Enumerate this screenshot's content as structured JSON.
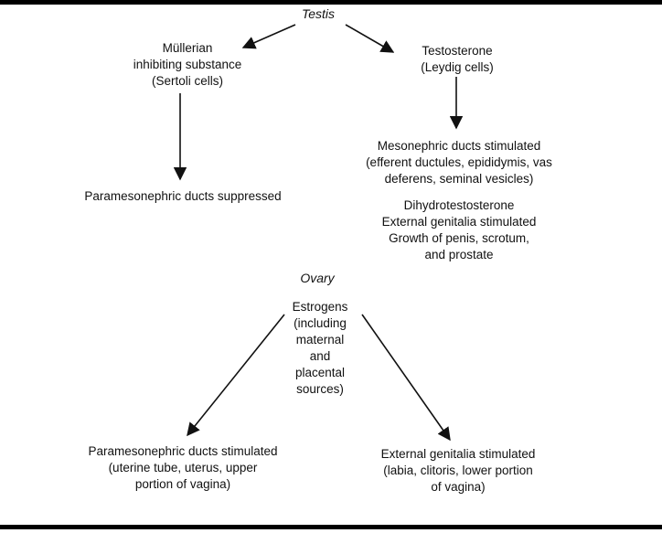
{
  "diagram": {
    "testis_section": {
      "root_label": "Testis",
      "left_branch": {
        "cause_lines": [
          "Müllerian",
          "inhibiting substance",
          "(Sertoli cells)"
        ],
        "effect_lines": [
          "Paramesonephric ducts suppressed"
        ]
      },
      "right_branch": {
        "cause_lines": [
          "Testosterone",
          "(Leydig cells)"
        ],
        "effect_primary_lines": [
          "Mesonephric ducts stimulated",
          "(efferent ductules, epididymis, vas",
          "deferens, seminal vesicles)"
        ],
        "effect_secondary_lines": [
          "Dihydrotestosterone",
          "External genitalia stimulated",
          "Growth of penis, scrotum,",
          "and prostate"
        ]
      }
    },
    "ovary_section": {
      "root_label": "Ovary",
      "source_lines": [
        "Estrogens",
        "(including",
        "maternal",
        "and",
        "placental",
        "sources)"
      ],
      "left_effect_lines": [
        "Paramesonephric ducts stimulated",
        "(uterine tube, uterus, upper",
        "portion of vagina)"
      ],
      "right_effect_lines": [
        "External genitalia stimulated",
        "(labia, clitoris, lower portion",
        "of vagina)"
      ]
    },
    "colors": {
      "text": "#111111",
      "line": "#111111",
      "background": "#ffffff",
      "border": "#000000"
    }
  }
}
